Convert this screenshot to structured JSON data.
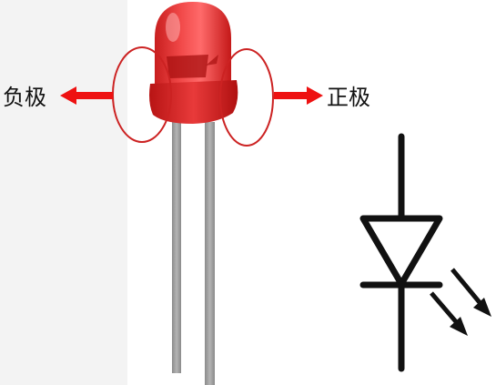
{
  "labels": {
    "negative": "负极",
    "positive": "正极"
  },
  "colors": {
    "led_body": "#ee3a3a",
    "led_highlight": "#ffb0b0",
    "arrow": "#ee1111",
    "ellipse": "#cc2222",
    "lead": "#9a9a9a",
    "symbol": "#111111",
    "left_background": "#f3f3f3"
  },
  "icons": {
    "component": "red-led-icon",
    "schematic": "led-schematic-symbol"
  }
}
